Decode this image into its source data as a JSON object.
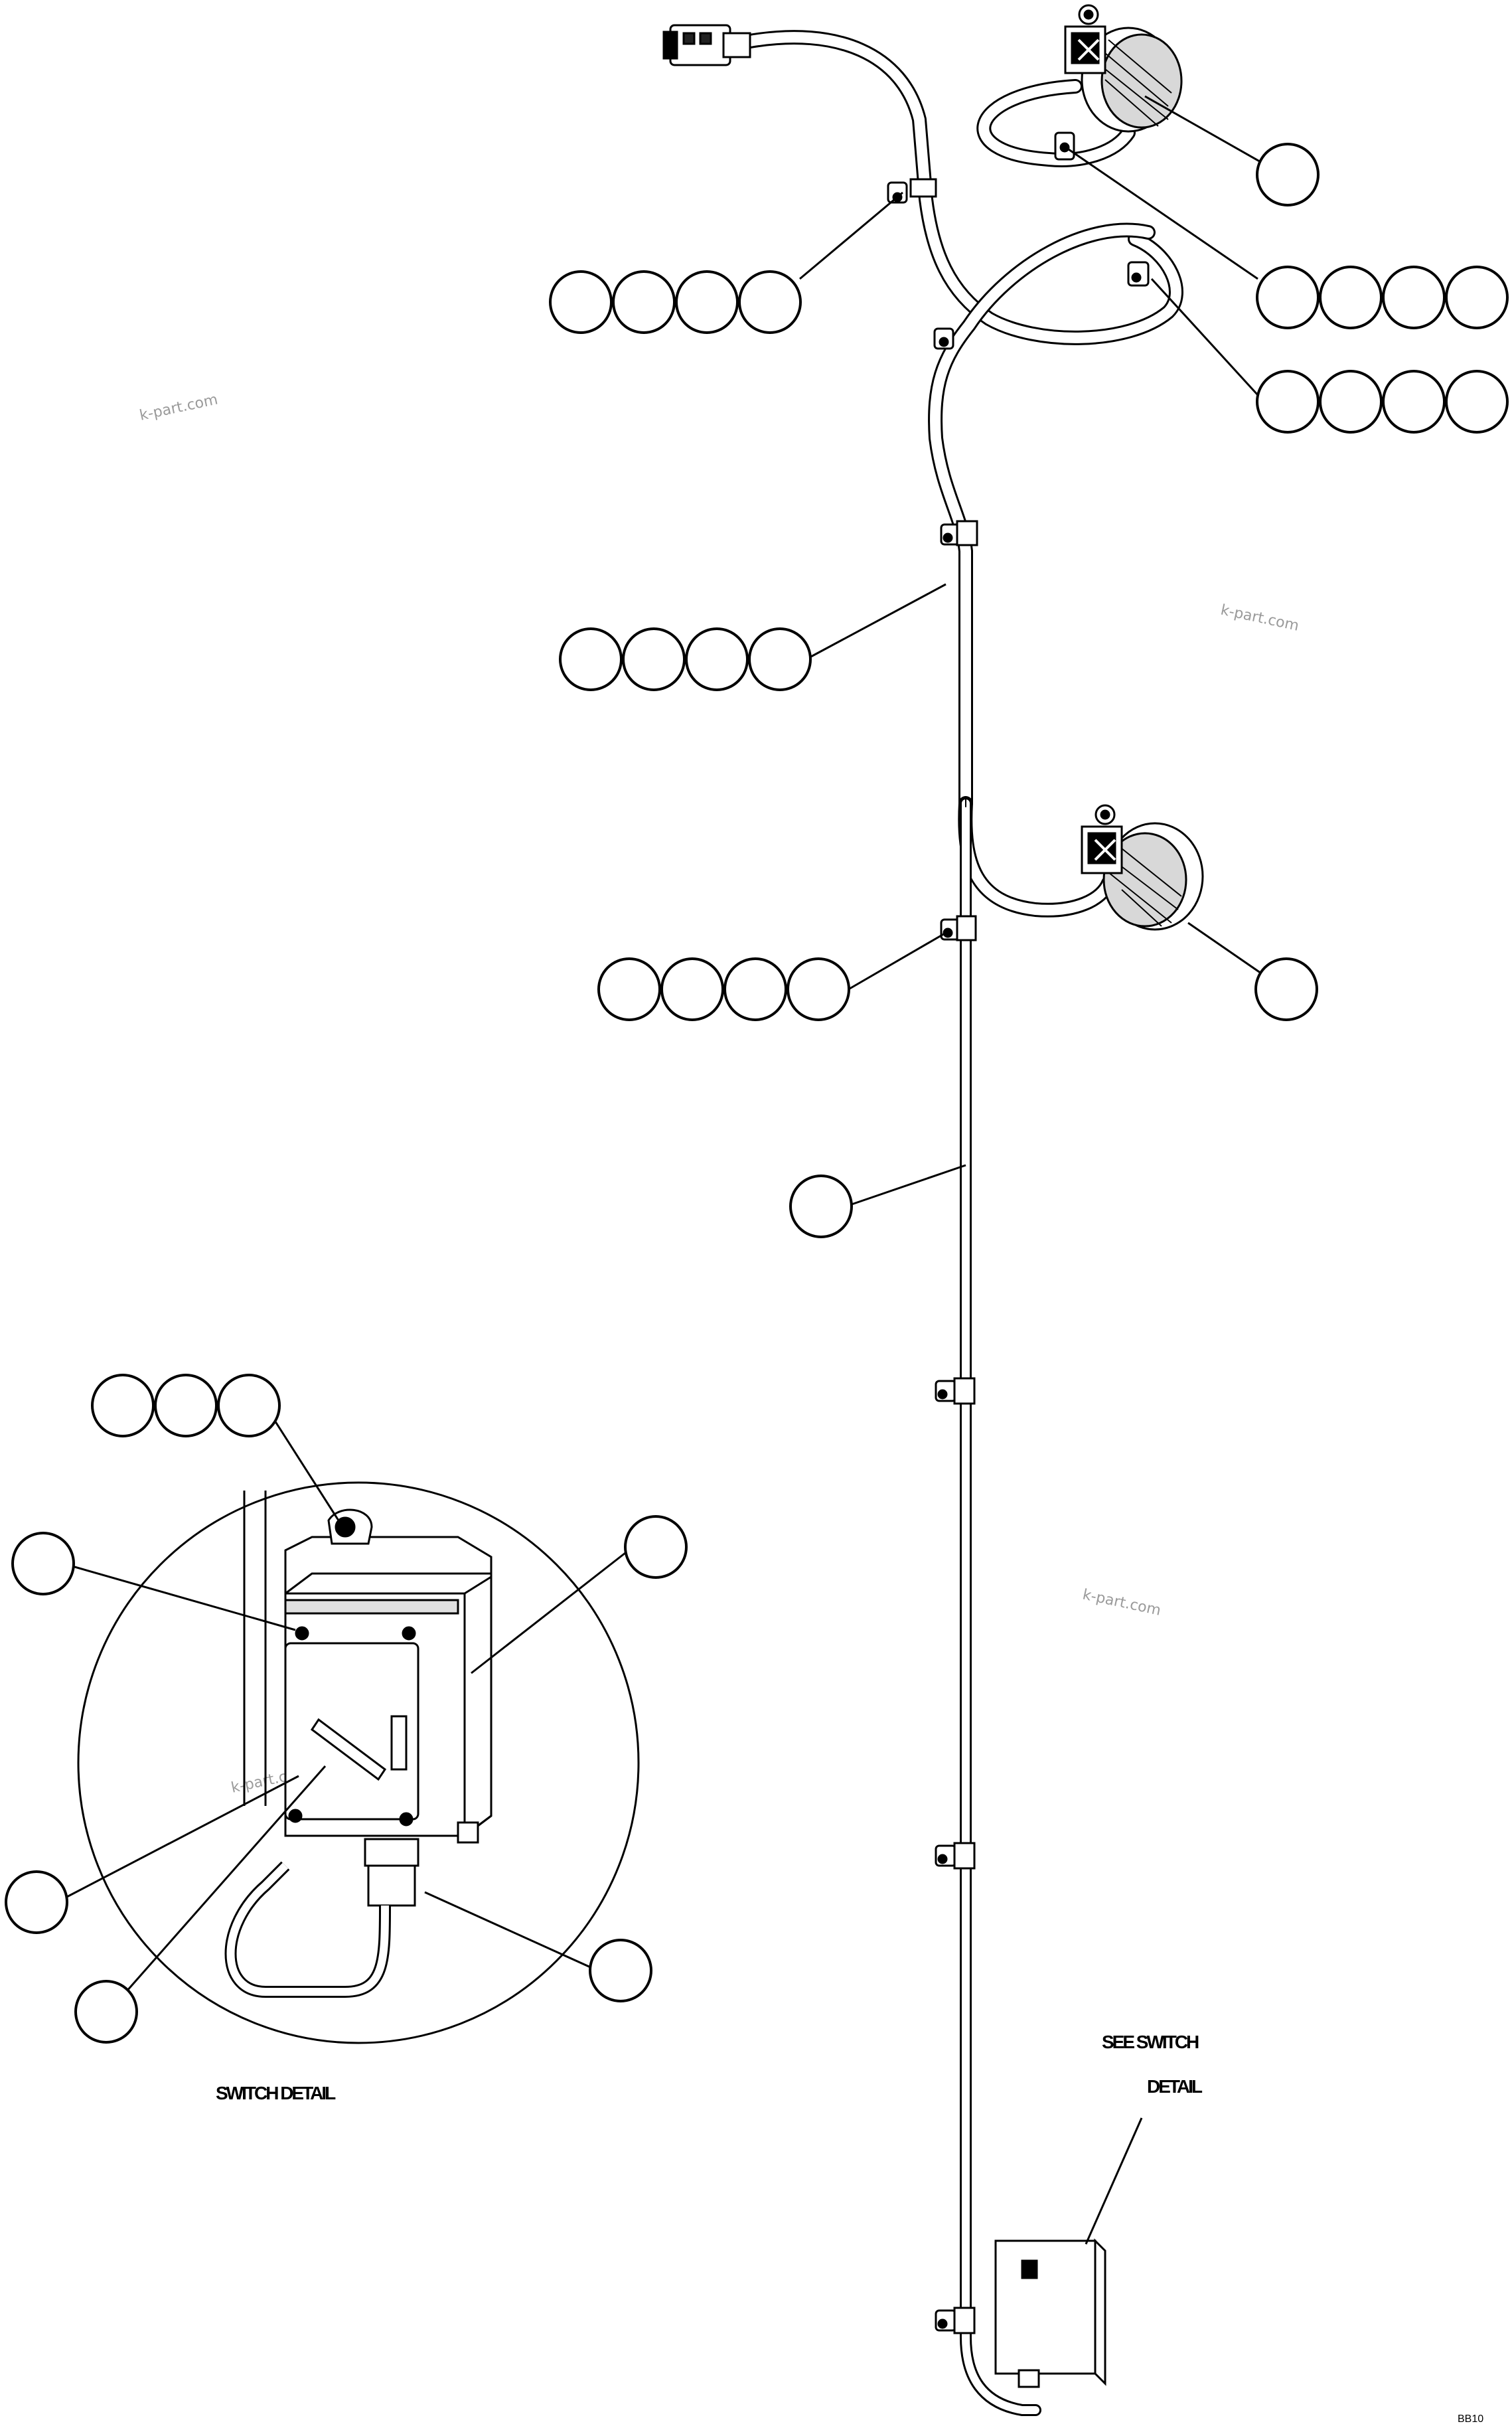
{
  "watermark": "k-part.com",
  "labels": {
    "switch_detail": "SWITCH DETAIL",
    "see_switch_line1": "SEE SWITCH",
    "see_switch_line2": "DETAIL",
    "drawing_code": "BB10"
  },
  "callouts": {
    "group_top_left": [
      "",
      "",
      "",
      ""
    ],
    "group_top_right_a": [
      "",
      "",
      "",
      ""
    ],
    "group_top_right_b": [
      "",
      "",
      "",
      ""
    ],
    "group_mid_left": [
      "",
      "",
      "",
      ""
    ],
    "group_low_left": [
      "",
      "",
      "",
      ""
    ],
    "group_switch_screws": [
      "",
      "",
      ""
    ],
    "single_top_light": "",
    "single_low_light": "",
    "single_harness": "",
    "switch_screw_hole": "",
    "switch_box": "",
    "switch_lever": "",
    "switch_toggle": "",
    "switch_fitting": ""
  }
}
